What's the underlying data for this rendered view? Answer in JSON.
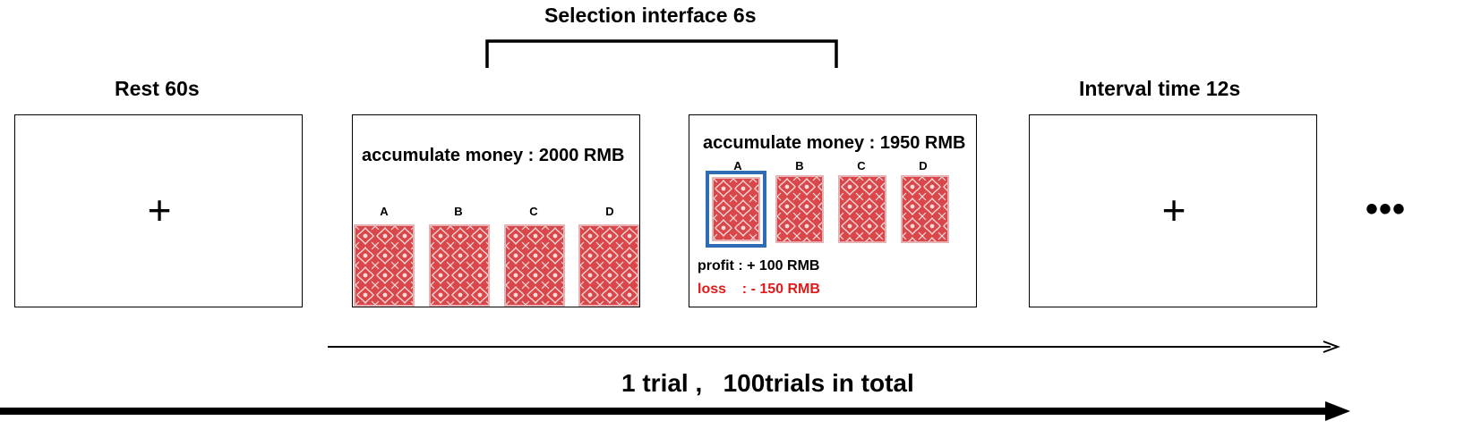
{
  "labels": {
    "rest": "Rest 60s",
    "selection": "Selection interface 6s",
    "interval": "Interval time 12s",
    "trial": "1 trial ,   100trials in total"
  },
  "screens": {
    "rest": {
      "fixation": "+"
    },
    "selection": {
      "money_text": "accumulate money : 2000 RMB",
      "decks": [
        "A",
        "B",
        "C",
        "D"
      ]
    },
    "feedback": {
      "money_text": "accumulate money : 1950 RMB",
      "decks": [
        "A",
        "B",
        "C",
        "D"
      ],
      "selected_deck": "A",
      "profit_text": "profit : + 100 RMB",
      "loss_text": "loss    : - 150 RMB",
      "loss_color": "#e21a1a",
      "selection_color": "#2e6db4"
    },
    "interval": {
      "fixation": "+"
    }
  },
  "ellipsis": "•••",
  "colors": {
    "card_red": "#d9474a",
    "card_border": "#e6b2b3"
  }
}
